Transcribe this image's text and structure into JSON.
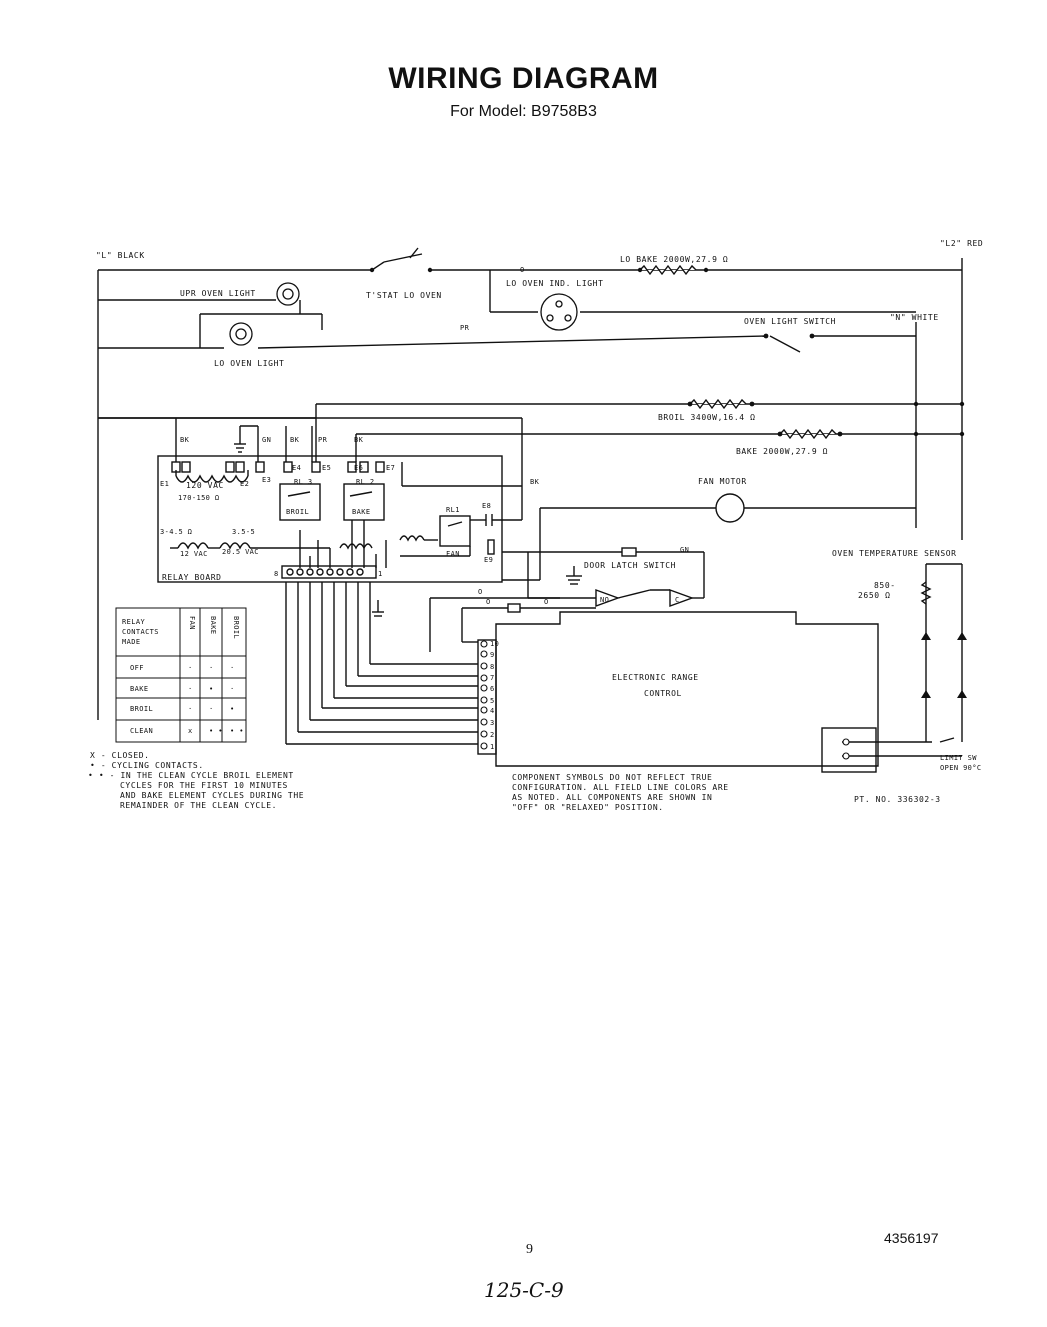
{
  "header": {
    "title": "WIRING DIAGRAM",
    "subtitle": "For Model: B9758B3"
  },
  "labels": {
    "l1": "\"L\" BLACK",
    "l2": "\"L2\" RED",
    "n_white": "\"N\" WHITE",
    "upr_oven_light": "UPR OVEN LIGHT",
    "lo_oven_light": "LO OVEN LIGHT",
    "tstat": "T'STAT LO OVEN",
    "lo_oven_ind_light": "LO OVEN IND. LIGHT",
    "lo_bake": "LO BAKE 2000W,27.9 Ω",
    "oven_light_switch": "OVEN LIGHT SWITCH",
    "broil": "BROIL 3400W,16.4 Ω",
    "bake": "BAKE 2000W,27.9 Ω",
    "fan_motor": "FAN MOTOR",
    "door_latch_switch": "DOOR LATCH SWITCH",
    "oven_temp_sensor": "OVEN TEMPERATURE SENSOR",
    "sensor_value_1": "850-",
    "sensor_value_2": "2650 Ω",
    "erc_1": "ELECTRONIC RANGE",
    "erc_2": "CONTROL",
    "relay_board": "RELAY BOARD",
    "v120": "120 VAC",
    "v170": "170-150 Ω",
    "r1": "RL 3",
    "r2": "RL 2",
    "r3": "RL1",
    "broil_relay": "BROIL",
    "bake_relay": "BAKE",
    "fan_relay": "FAN",
    "coil1_a": "3-4.5 Ω",
    "coil1_b": "12 VAC",
    "coil2_a": "3.5-5",
    "coil2_b": "20.5 VAC",
    "limit_sw_1": "LIMIT SW",
    "limit_sw_2": "OPEN 90°C",
    "wire_bk": "BK",
    "wire_gn": "GN",
    "wire_pr": "PR",
    "wire_o": "O",
    "no": "NO",
    "c": "C",
    "e1": "E1",
    "e2": "E2",
    "e3": "E3",
    "e4": "E4",
    "e5": "E5",
    "e6": "E6",
    "e7": "E7",
    "e8": "E8",
    "e9": "E9",
    "pin_8": "8",
    "pin_1": "1"
  },
  "relay_table": {
    "header": [
      "RELAY CONTACTS MADE",
      "FAN",
      "BAKE",
      "BROIL"
    ],
    "rows": [
      [
        "OFF",
        "·",
        "·",
        "·"
      ],
      [
        "BAKE",
        "·",
        "•",
        "·"
      ],
      [
        "BROIL",
        "·",
        "·",
        "•"
      ],
      [
        "CLEAN",
        "x",
        "• •",
        "• •"
      ]
    ]
  },
  "legend": [
    "X - CLOSED.",
    "• - CYCLING CONTACTS.",
    "• • - IN THE CLEAN CYCLE BROIL ELEMENT",
    "CYCLES FOR THE FIRST 10 MINUTES",
    "AND BAKE ELEMENT CYCLES DURING THE",
    "REMAINDER OF THE CLEAN CYCLE."
  ],
  "component_note": [
    "COMPONENT SYMBOLS DO NOT REFLECT TRUE",
    "CONFIGURATION. ALL FIELD LINE COLORS ARE",
    "AS NOTED. ALL COMPONENTS ARE SHOWN IN",
    "\"OFF\" OR \"RELAXED\" POSITION."
  ],
  "terminals": [
    "10",
    "9",
    "8",
    "7",
    "6",
    "5",
    "4",
    "3",
    "2",
    "1"
  ],
  "part_no": "PT. NO. 336302-3",
  "doc_number": "4356197",
  "page_number": "9",
  "handwritten": "125-C-9"
}
